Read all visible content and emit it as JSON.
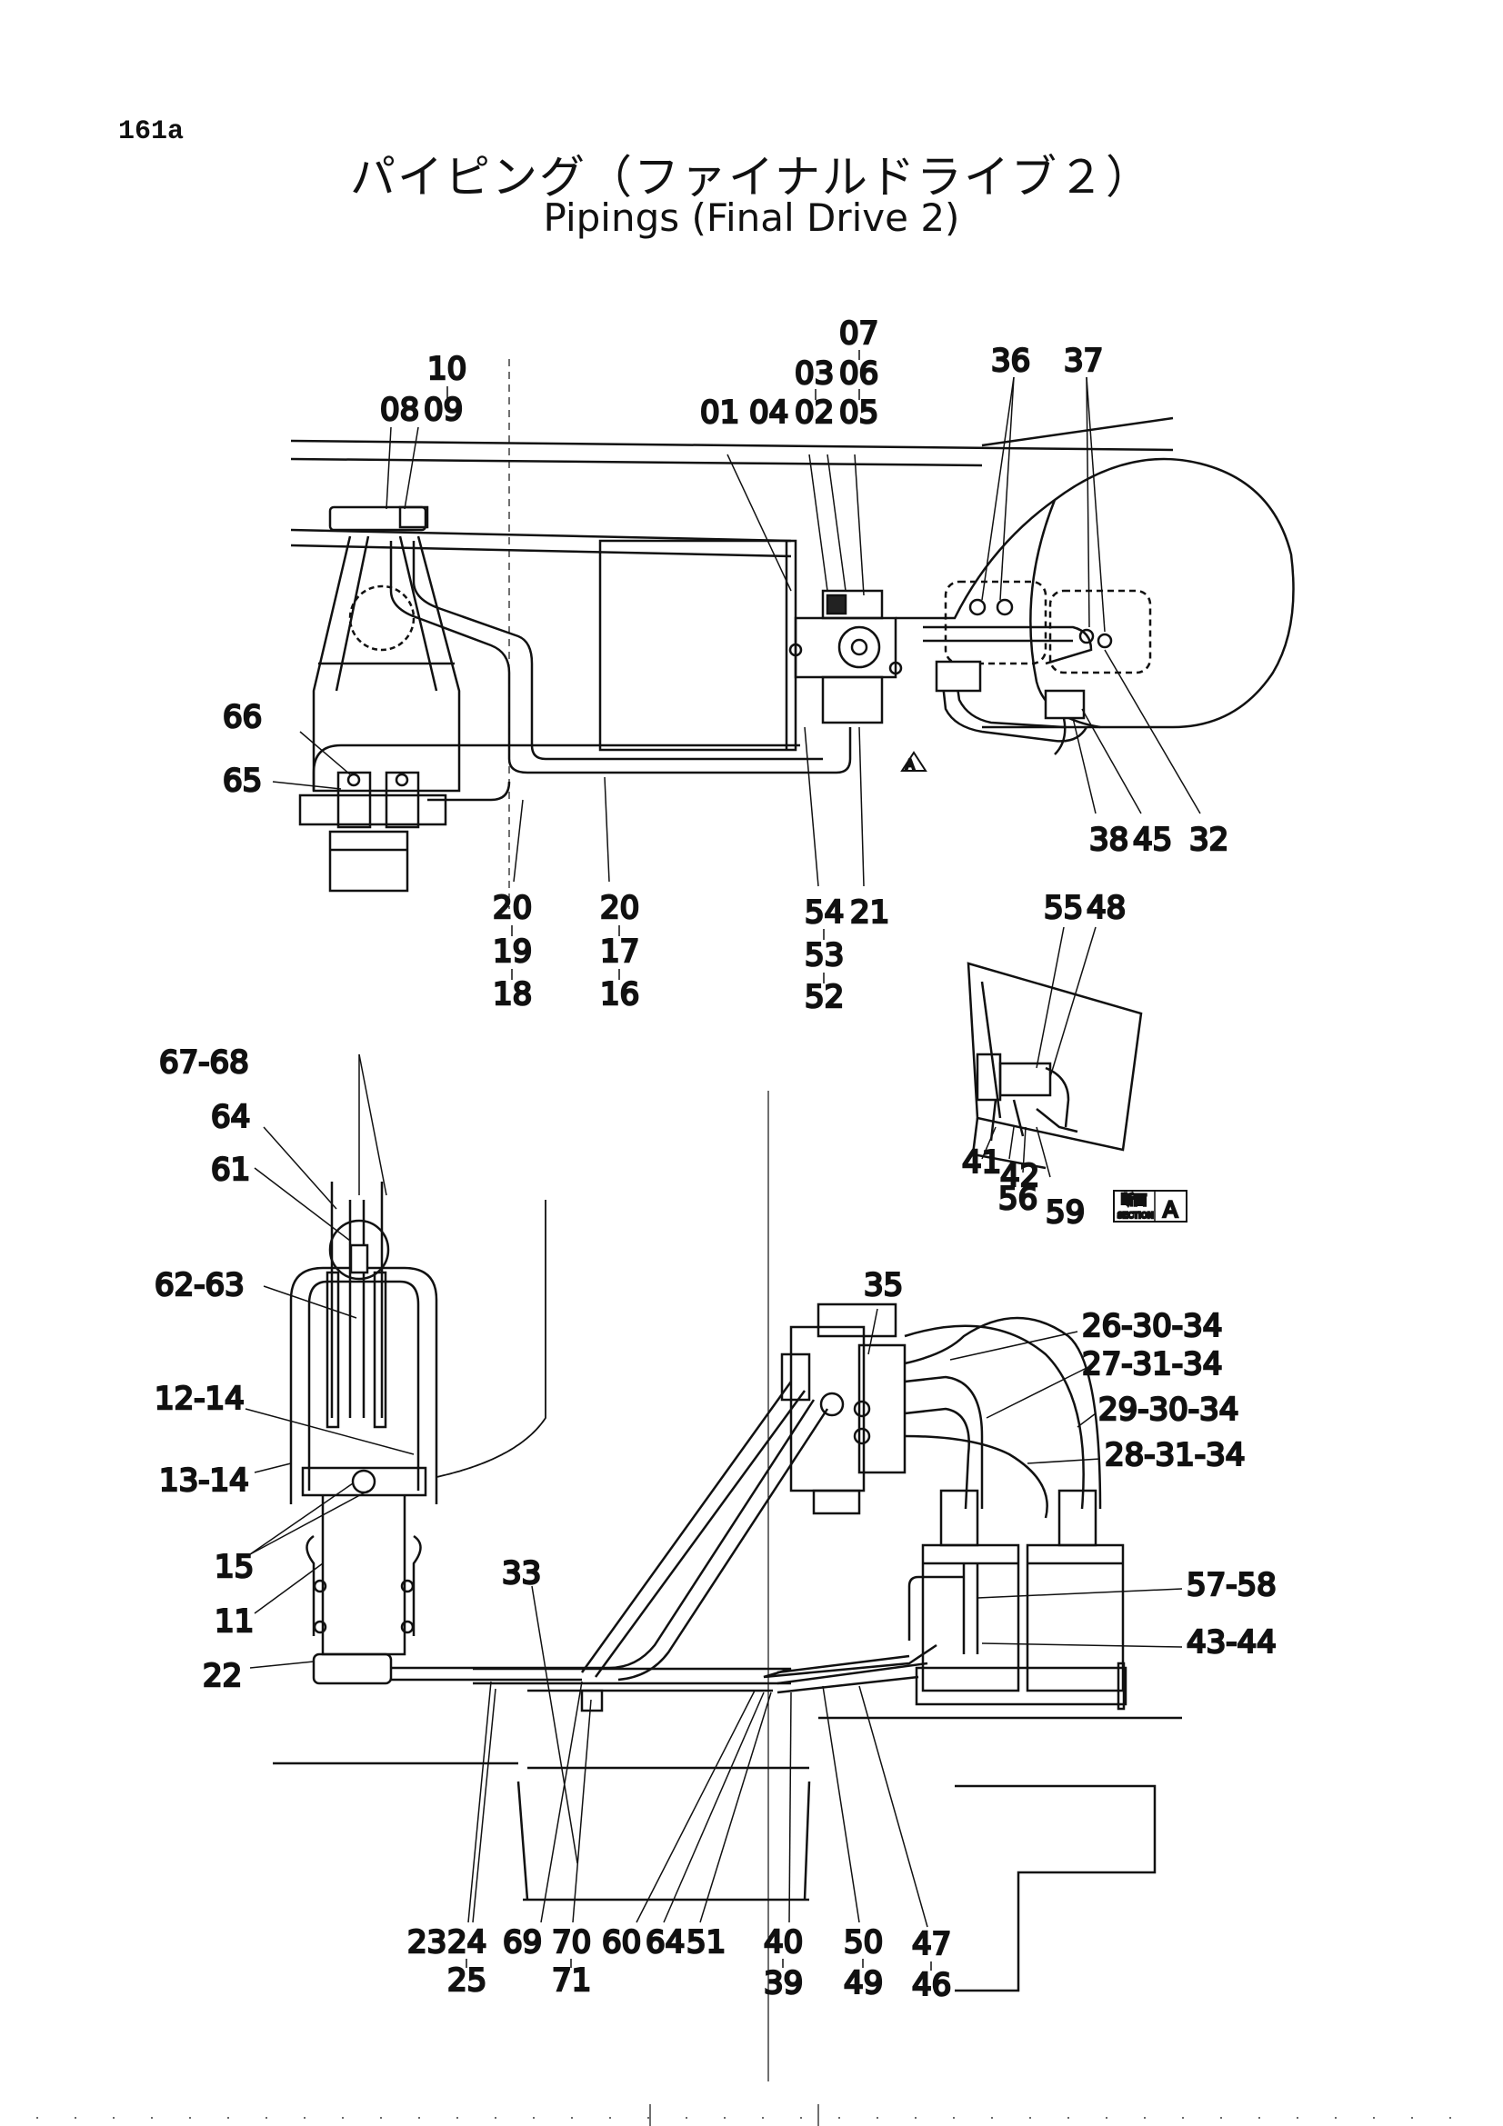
{
  "page_number": "161a",
  "title_jp": "パイピング（ファイナルドライブ２）",
  "title_en": "Pipings (Final Drive 2)",
  "section_marker": "A",
  "section_box": {
    "jp": "断面",
    "en": "SECTION",
    "letter": "A"
  },
  "labels": {
    "top_left": [
      "10",
      "08",
      "09",
      "66",
      "65"
    ],
    "top_center": [
      "07",
      "03",
      "06",
      "01",
      "04",
      "02",
      "05"
    ],
    "top_right": [
      "36",
      "37",
      "38",
      "45",
      "32"
    ],
    "top_bottom": [
      "20",
      "19",
      "18",
      "20",
      "17",
      "16",
      "54",
      "53",
      "52",
      "21"
    ],
    "section_a": [
      "55",
      "48",
      "41",
      "42",
      "56",
      "59"
    ],
    "bottom_left": [
      "67-68",
      "64",
      "61",
      "62-63",
      "12-14",
      "13-14",
      "15",
      "11",
      "22"
    ],
    "bottom_right": [
      "35",
      "26-30-34",
      "27-31-34",
      "29-30-34",
      "28-31-34",
      "57-58",
      "43-44"
    ],
    "bottom_bottom": [
      "33",
      "23",
      "24",
      "25",
      "69",
      "70",
      "71",
      "60",
      "64",
      "51",
      "40",
      "39",
      "50",
      "49",
      "47",
      "46"
    ]
  }
}
